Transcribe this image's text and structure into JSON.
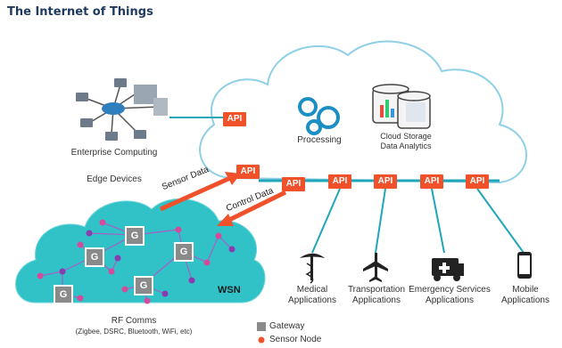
{
  "title": "The Internet of Things",
  "enterprise_label": "Enterprise Computing",
  "edge_label": "Edge Devices",
  "processing_label": "Processing",
  "cloud_storage": [
    "Cloud Storage",
    "Data Analytics"
  ],
  "api_label": "API",
  "sensor_data_label": "Sensor Data",
  "control_data_label": "Control Data",
  "wsn_label": "WSN",
  "gateway_letter": "G",
  "rf_comms": [
    "RF Comms",
    "(Zigbee, DSRC, Bluetooth, WiFi, etc)"
  ],
  "legend": {
    "gateway": "Gateway",
    "sensor_node": "Sensor Node"
  },
  "applications": [
    {
      "line1": "Medical",
      "line2": "Applications",
      "icon": "caduceus-icon"
    },
    {
      "line1": "Transportation",
      "line2": "Applications",
      "icon": "airplane-icon"
    },
    {
      "line1": "Emergency Services",
      "line2": "Applications",
      "icon": "ambulance-icon"
    },
    {
      "line1": "Mobile",
      "line2": "Applications",
      "icon": "smartphone-icon"
    }
  ],
  "colors": {
    "api": "#f0512a",
    "cloud_fill": "#2ec4c8",
    "cloud_outline": "#7fd3e3",
    "link": "#1fa6b8",
    "node_pink": "#d64a9c",
    "node_purple": "#8a3bb0"
  }
}
